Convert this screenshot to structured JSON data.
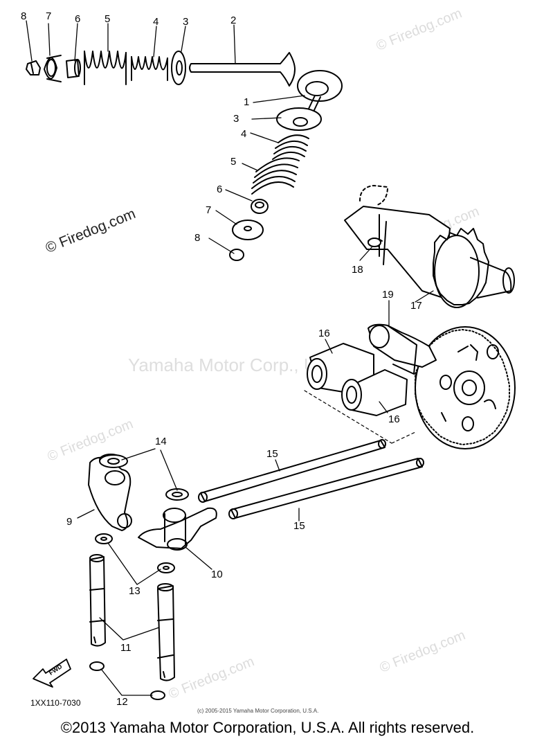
{
  "callouts": {
    "c8a": "8",
    "c7a": "7",
    "c6a": "6",
    "c5a": "5",
    "c4a": "4",
    "c3a": "3",
    "c2": "2",
    "c1": "1",
    "c3b": "3",
    "c4b": "4",
    "c5b": "5",
    "c6b": "6",
    "c7b": "7",
    "c8b": "8",
    "c18": "18",
    "c17": "17",
    "c19": "19",
    "c16a": "16",
    "c16b": "16",
    "c14": "14",
    "c15a": "15",
    "c15b": "15",
    "c9": "9",
    "c10": "10",
    "c13": "13",
    "c11": "11",
    "c12": "12"
  },
  "watermarks": {
    "firedog": "© Firedog.com",
    "center": "Yamaha Motor Corp., U.S.A."
  },
  "part_code": "1XX110-7030",
  "small_copyright": "(c) 2005-2015 Yamaha Motor Corporation, U.S.A.",
  "fwd_label": "FWD",
  "footer": "©2013 Yamaha Motor Corporation, U.S.A. All rights reserved."
}
